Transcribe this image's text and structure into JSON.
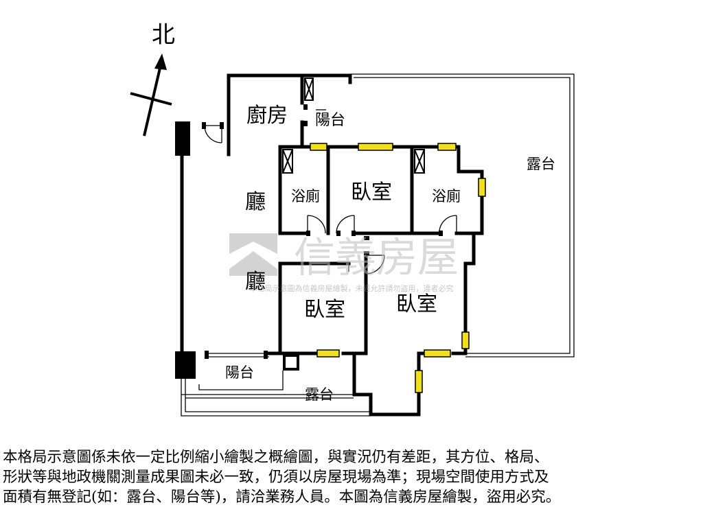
{
  "compass": {
    "label": "北"
  },
  "rooms": {
    "kitchen": "廚房",
    "kitchen_balcony": "陽台",
    "living_top": "廳",
    "living_bottom": "廳",
    "bath_left": "浴廁",
    "bath_right": "浴廁",
    "bedroom_top": "臥室",
    "bedroom_bottom_left": "臥室",
    "bedroom_bottom_right": "臥室",
    "terrace_large": "露台",
    "balcony_bottom": "陽台",
    "terrace_bottom": "露台"
  },
  "watermark": {
    "brand": "信義房屋",
    "caption": "本格局示意圖為信義房屋繪製，未經允許請勿盜用，違者必究"
  },
  "disclaimer": {
    "line1": "本格局示意圖係未依一定比例縮小繪製之概繪圖，與實況仍有差距，其方位、格局、",
    "line2": "形狀等與地政機關測量成果圖未必一致，仍須以房屋現場為準；現場空間使用方式及",
    "line3": "面積有無登記(如：露台、陽台等)，請洽業務人員。本圖為信義房屋繪製，盜用必究。"
  },
  "colors": {
    "wall": "#000000",
    "window": "#f0e020",
    "watermark": "#c8c8c8"
  }
}
